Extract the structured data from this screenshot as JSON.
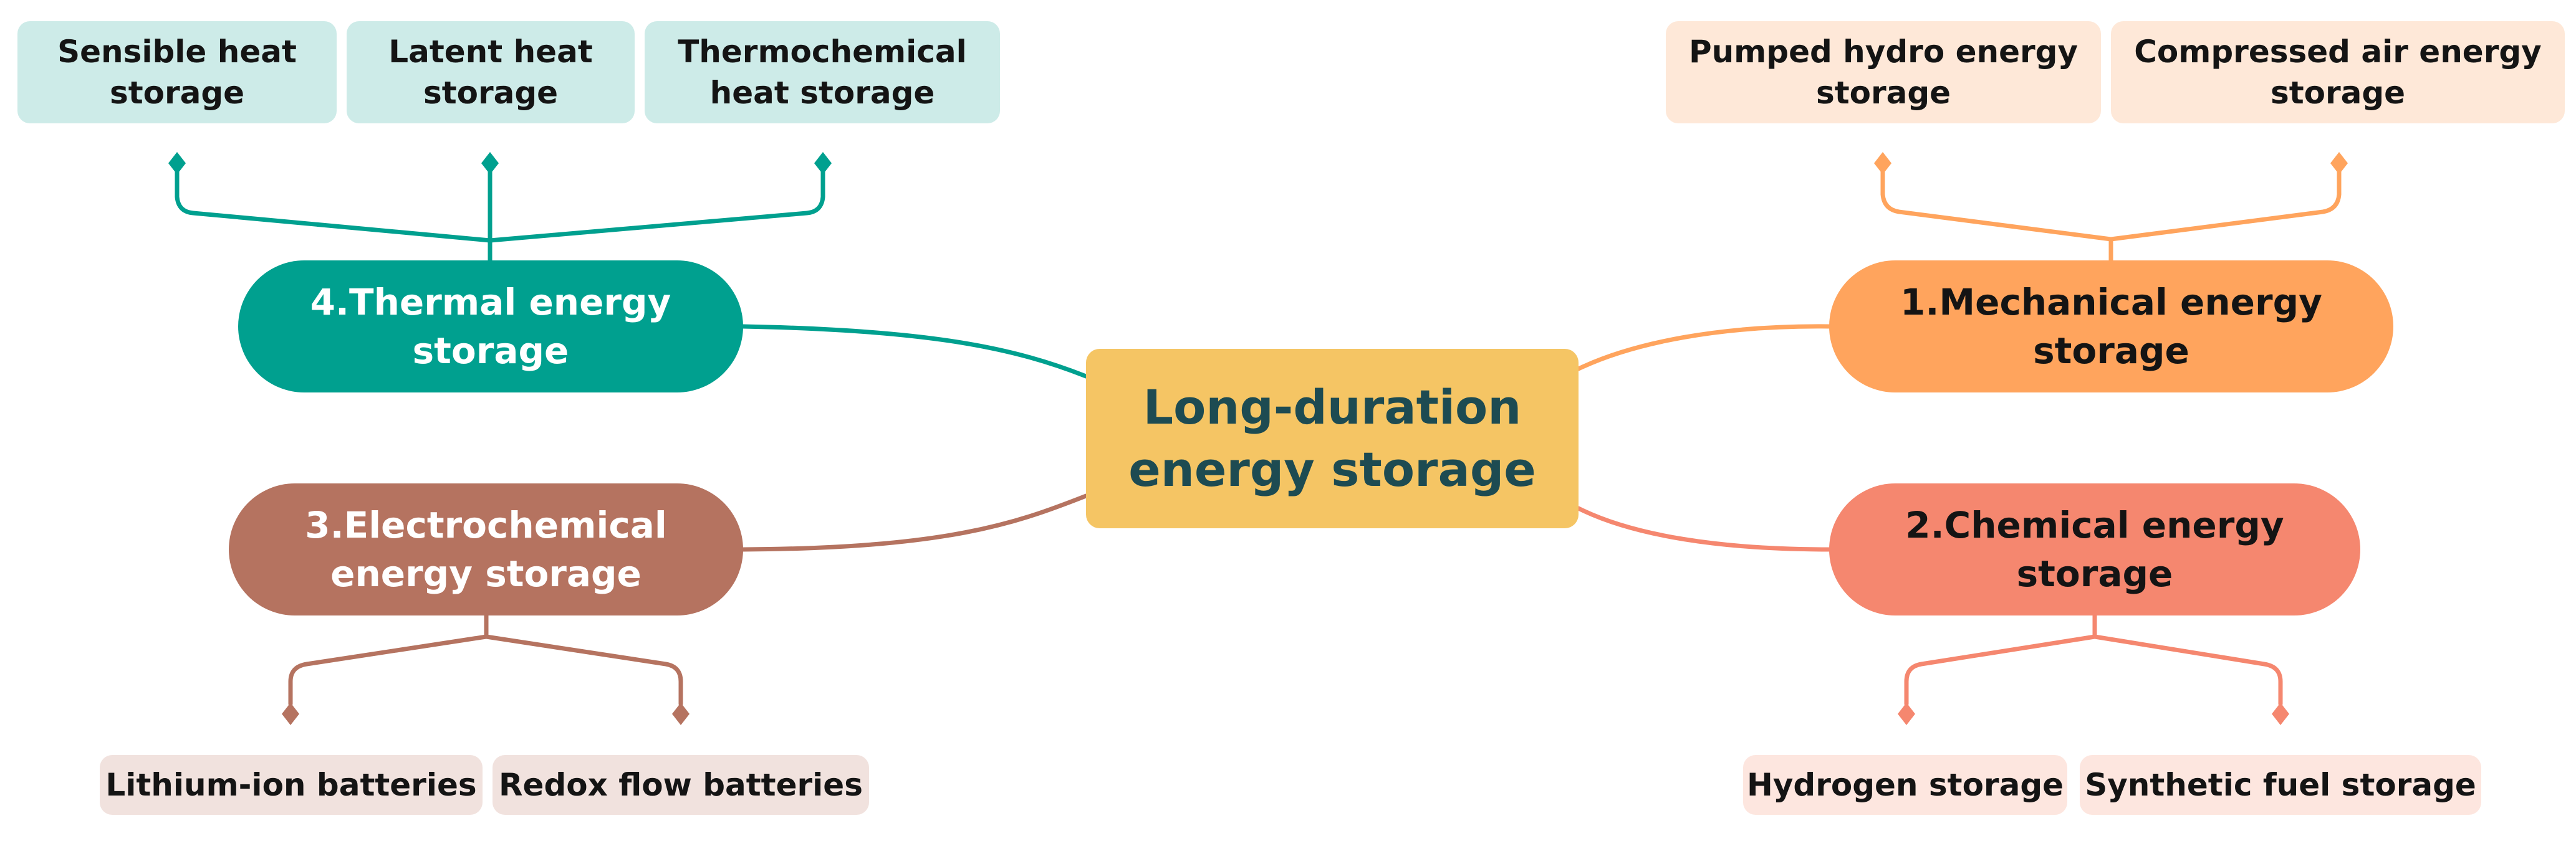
{
  "central": {
    "title": "Long-duration energy storage"
  },
  "categories": [
    {
      "label": "1.Mechanical energy storage",
      "color": "#ffa45d",
      "leaves": [
        "Pumped hydro energy storage",
        "Compressed air energy storage"
      ]
    },
    {
      "label": "2.Chemical energy storage",
      "color": "#f5876f",
      "leaves": [
        "Hydrogen storage",
        "Synthetic fuel storage"
      ]
    },
    {
      "label": "3.Electrochemical energy storage",
      "color": "#b57360",
      "leaves": [
        "Lithium-ion batteries",
        "Redox flow batteries"
      ]
    },
    {
      "label": "4.Thermal energy storage",
      "color": "#00a08f",
      "leaves": [
        "Sensible heat storage",
        "Latent heat storage",
        "Thermochemical heat storage"
      ]
    }
  ],
  "colors": {
    "central": "#f5c564",
    "central_text": "#1d4b52"
  }
}
